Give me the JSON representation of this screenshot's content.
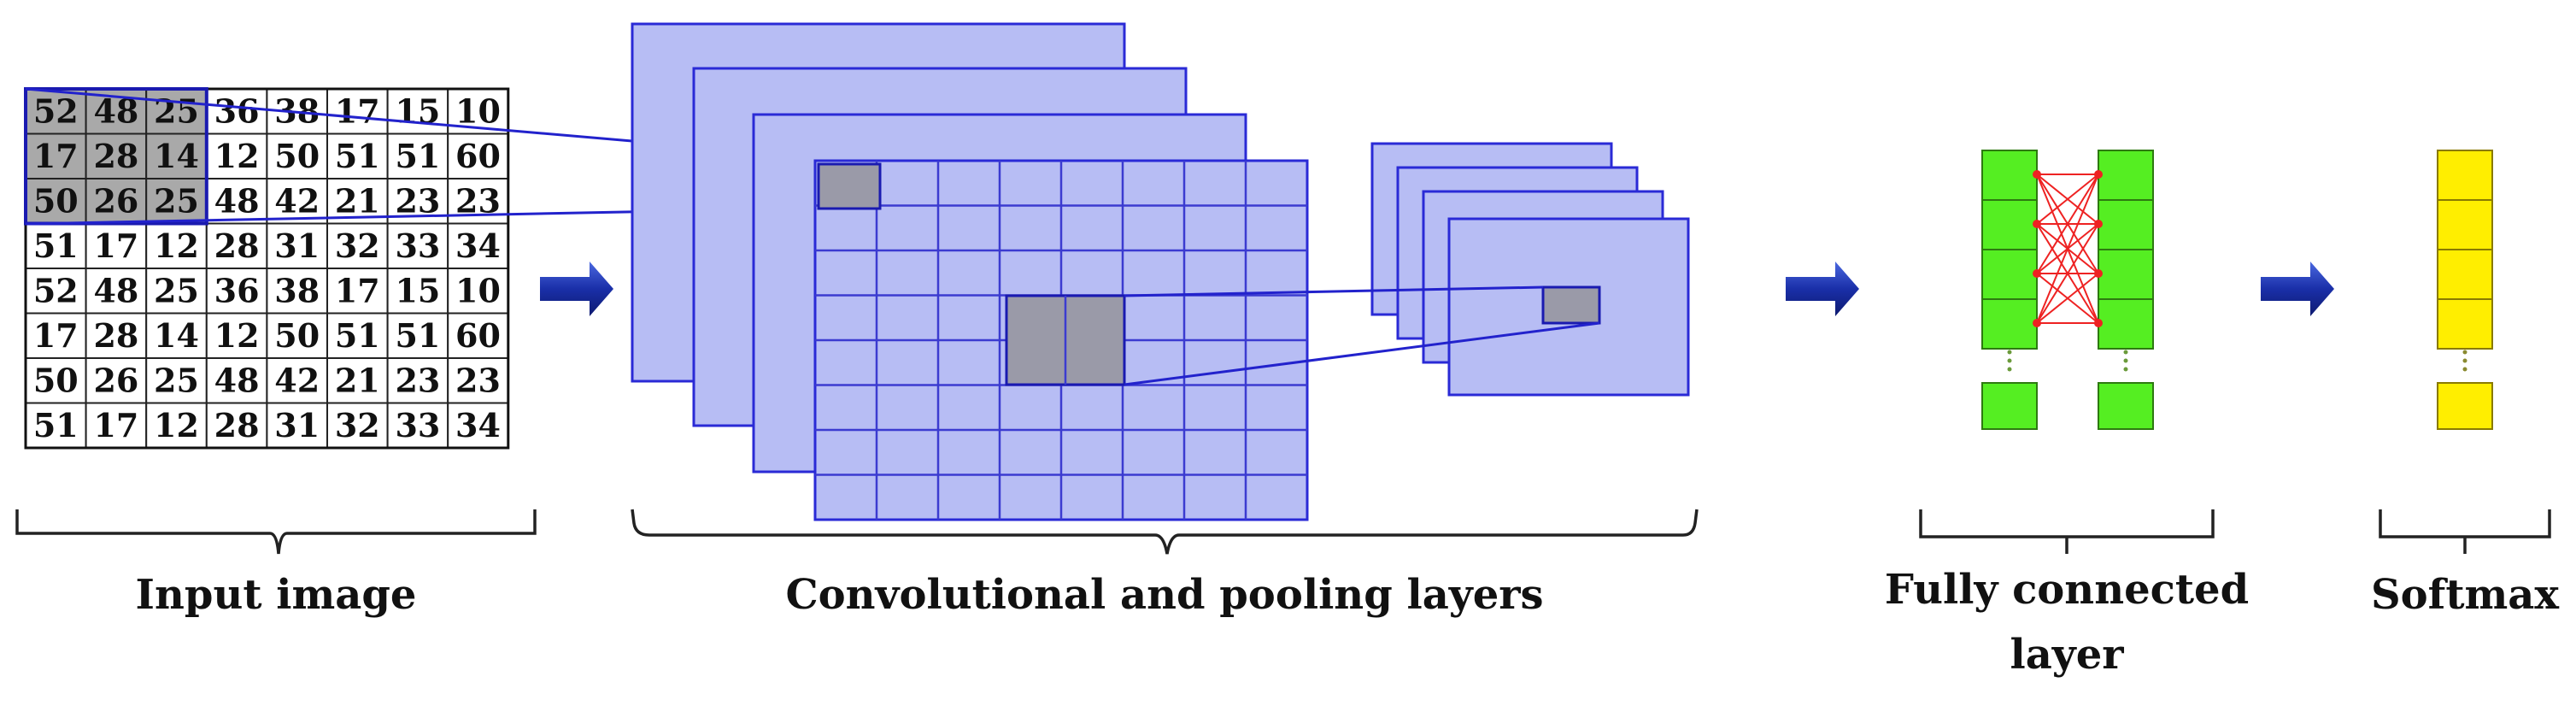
{
  "input_image": {
    "caption": "Input image",
    "rows": [
      [
        "52",
        "48",
        "25",
        "36",
        "38",
        "17",
        "15",
        "10"
      ],
      [
        "17",
        "28",
        "14",
        "12",
        "50",
        "51",
        "51",
        "60"
      ],
      [
        "50",
        "26",
        "25",
        "48",
        "42",
        "21",
        "23",
        "23"
      ],
      [
        "51",
        "17",
        "12",
        "28",
        "31",
        "32",
        "33",
        "34"
      ],
      [
        "52",
        "48",
        "25",
        "36",
        "38",
        "17",
        "15",
        "10"
      ],
      [
        "17",
        "28",
        "14",
        "12",
        "50",
        "51",
        "51",
        "60"
      ],
      [
        "50",
        "26",
        "25",
        "48",
        "42",
        "21",
        "23",
        "23"
      ],
      [
        "51",
        "17",
        "12",
        "28",
        "31",
        "32",
        "33",
        "34"
      ]
    ],
    "highlight_rows": 3,
    "highlight_cols": 3
  },
  "conv_pool": {
    "caption": "Convolutional and pooling layers"
  },
  "fully_connected": {
    "caption_line1": "Fully connected",
    "caption_line2": "layer"
  },
  "softmax": {
    "caption": "Softmax"
  },
  "colors": {
    "feature_map": "#b7bdf4",
    "feature_map_border": "#2a2ad6",
    "receptive_field": "#9a9aa8",
    "input_highlight": "#a9a9a9",
    "arrow": "#1a2fa8",
    "fc_node": "#55ee22",
    "fc_edge": "#ee2222",
    "softmax_node": "#ffee00"
  }
}
